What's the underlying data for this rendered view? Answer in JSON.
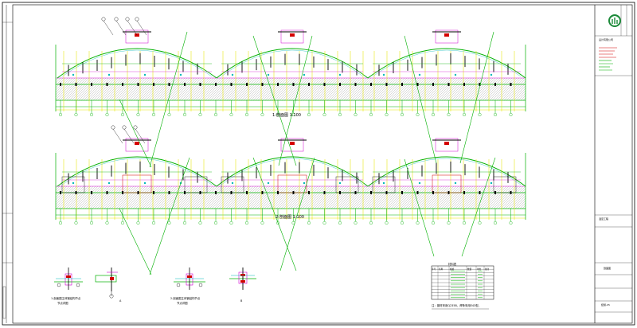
{
  "app": {
    "title": "",
    "background": "#ffffff"
  },
  "colors": {
    "frame": "#000000",
    "green": "#00b000",
    "yellow": "#e8e800",
    "red": "#d40000",
    "magenta": "#d000d0",
    "cyan": "#00b8b8",
    "blue": "#2020ff",
    "hatch": "#9a9a9a",
    "logo": "#1c8a3a"
  },
  "icons": {
    "logo": "company-logo-icon",
    "section_marker": "section-marker-icon"
  },
  "drawing": {
    "elevation_1_caption": "1-剖面图   1:100",
    "elevation_2_caption": "2-剖面图   1:100",
    "detail_1_caption": "1-剖面图主体钢结构节点",
    "detail_1_sub": "节点详图",
    "detail_2_caption": "2-剖面图主体钢结构节点",
    "detail_2_sub": "节点详图",
    "section_mark_a": "A",
    "section_mark_b": "B"
  },
  "schedule": {
    "title": "材料表",
    "columns": [
      "序号",
      "名称",
      "规格",
      "数量",
      "单位",
      "备注"
    ],
    "row_count": 9,
    "note": "注：钢材采用Q235B，焊条采用E43型。"
  },
  "title_block": {
    "company": "设计有限公司",
    "project": "温室工程",
    "drawing_name": "剖面图",
    "sheet_no": "结施-05"
  }
}
